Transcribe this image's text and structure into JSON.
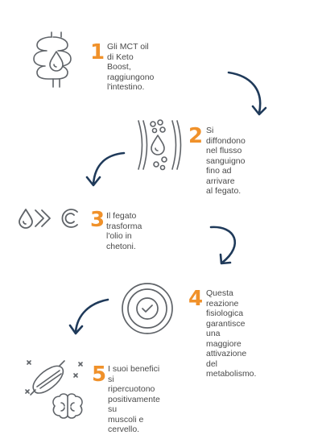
{
  "colors": {
    "accent": "#f0912a",
    "icon": "#5f6368",
    "arrow": "#1f3a5a",
    "text": "#4a4a4a"
  },
  "steps": [
    {
      "number": "1",
      "icon": "intestine-drop-icon",
      "text": "Gli MCT oil\ndi Keto Boost,\nraggiungono\nl'intestino."
    },
    {
      "number": "2",
      "icon": "bloodstream-drop-icon",
      "text": "Si diffondono\nnel flusso sanguigno\nfino ad arrivare\nal fegato."
    },
    {
      "number": "3",
      "icon": "drop-to-ketone-icon",
      "text": "Il fegato trasforma\nl'olio in chetoni."
    },
    {
      "number": "4",
      "icon": "check-target-icon",
      "text": "Questa reazione\nfisiologica garantisce\nuna maggiore\nattivazione del\nmetabolismo."
    },
    {
      "number": "5",
      "icon": "muscle-brain-icon",
      "text": "I suoi benefici si\nripercuotono\npositivamente su\nmuscoli e cervello."
    }
  ]
}
